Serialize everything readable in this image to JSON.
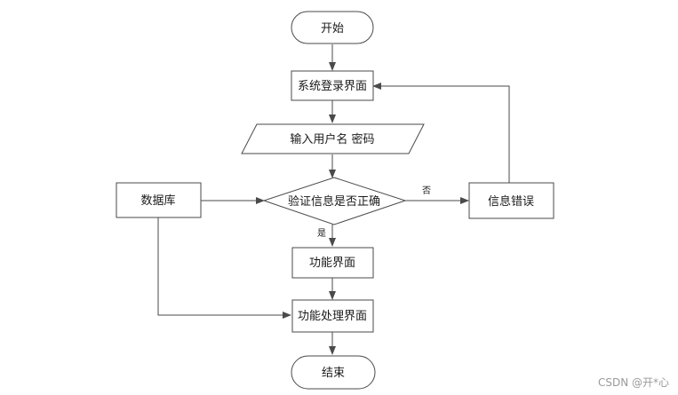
{
  "nodes": {
    "start": "开始",
    "login": "系统登录界面",
    "input": "输入用户名 密码",
    "database": "数据库",
    "verify": "验证信息是否正确",
    "error": "信息错误",
    "function_ui": "功能界面",
    "function_process": "功能处理界面",
    "end": "结束"
  },
  "edge_labels": {
    "no": "否",
    "yes": "是"
  },
  "watermark": "CSDN @开*心",
  "colors": {
    "stroke": "#4a4a4a",
    "fill": "#ffffff",
    "text": "#1a1a1a"
  }
}
